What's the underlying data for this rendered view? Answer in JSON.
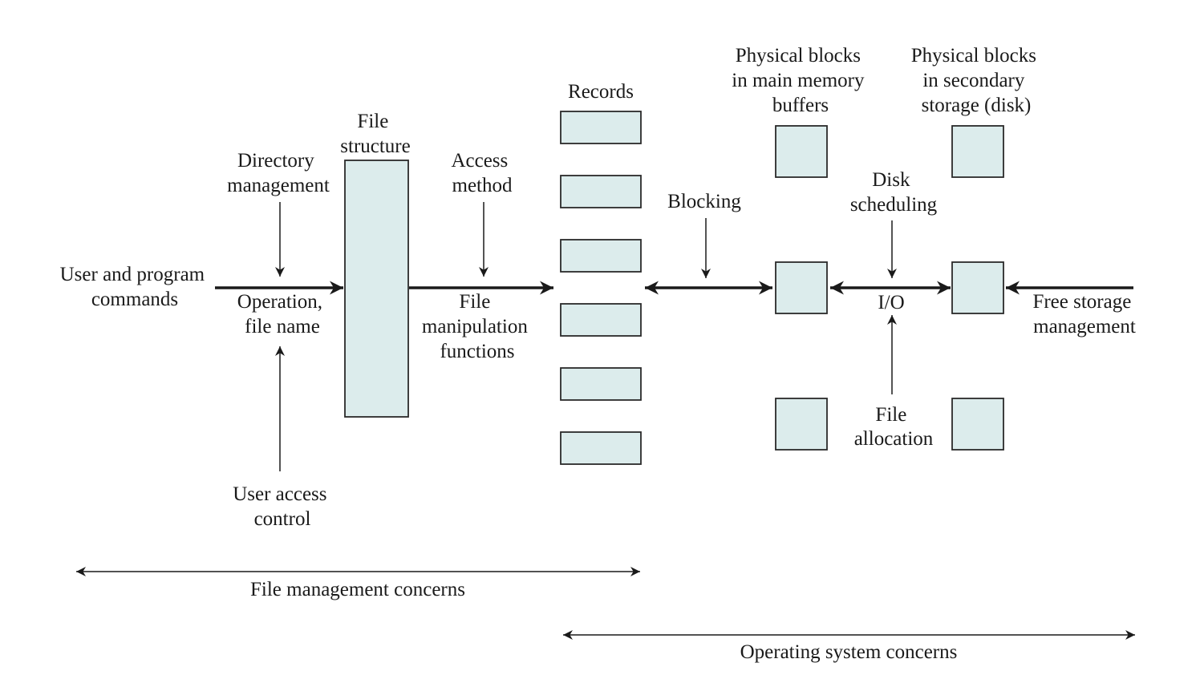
{
  "colors": {
    "box_fill": "#dcecec",
    "box_stroke": "#2a2a2a",
    "line": "#1a1a1a",
    "text": "#1a1a1a"
  },
  "labels": {
    "user_program": [
      "User and program",
      "commands"
    ],
    "directory": [
      "Directory",
      "management"
    ],
    "operation": [
      "Operation,",
      "file name"
    ],
    "user_access": [
      "User access",
      "control"
    ],
    "file_structure": [
      "File",
      "structure"
    ],
    "access_method": [
      "Access",
      "method"
    ],
    "file_manipulation": [
      "File",
      "manipulation",
      "functions"
    ],
    "records": "Records",
    "blocking": "Blocking",
    "main_memory": [
      "Physical blocks",
      "in main memory",
      "buffers"
    ],
    "secondary": [
      "Physical blocks",
      "in secondary",
      "storage (disk)"
    ],
    "disk_scheduling": [
      "Disk",
      "scheduling"
    ],
    "io": "I/O",
    "file_allocation": [
      "File",
      "allocation"
    ],
    "free_storage": [
      "Free storage",
      "management"
    ],
    "file_mgmt_concerns": "File management concerns",
    "os_concerns": "Operating system concerns"
  }
}
